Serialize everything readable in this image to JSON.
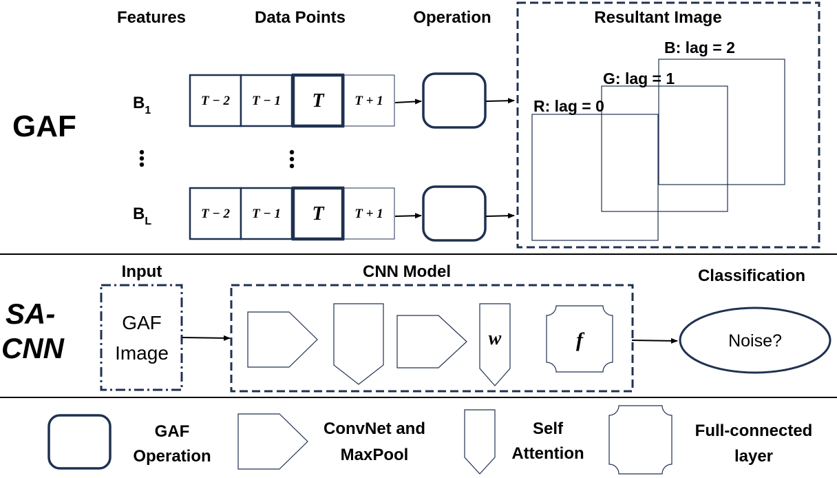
{
  "gaf_section": {
    "row_label": "GAF",
    "headers": {
      "features": "Features",
      "data_points": "Data Points",
      "operation": "Operation",
      "resultant_image": "Resultant Image"
    },
    "feature_labels": [
      {
        "base": "B",
        "sub": "1"
      },
      {
        "base": "B",
        "sub": "L"
      }
    ],
    "cells": [
      "T − 2",
      "T − 1",
      "T",
      "T + 1"
    ],
    "channels": {
      "r": "R: lag = 0",
      "g": "G: lag = 1",
      "b": "B: lag = 2"
    }
  },
  "sacnn_section": {
    "row_label_line1": "SA-",
    "row_label_line2": "CNN",
    "input_header": "Input",
    "input_line1": "GAF",
    "input_line2": "Image",
    "cnn_header": "CNN Model",
    "attention_symbol": "w",
    "fc_symbol": "f",
    "classification_header": "Classification",
    "output_label": "Noise?"
  },
  "legend": {
    "gaf_op_line1": "GAF",
    "gaf_op_line2": "Operation",
    "conv_line1": "ConvNet and",
    "conv_line2": "MaxPool",
    "attn_line1": "Self",
    "attn_line2": "Attention",
    "fc_line1": "Full-connected",
    "fc_line2": "layer"
  },
  "colors": {
    "navy": "#1f3150",
    "ink": "#000000"
  }
}
